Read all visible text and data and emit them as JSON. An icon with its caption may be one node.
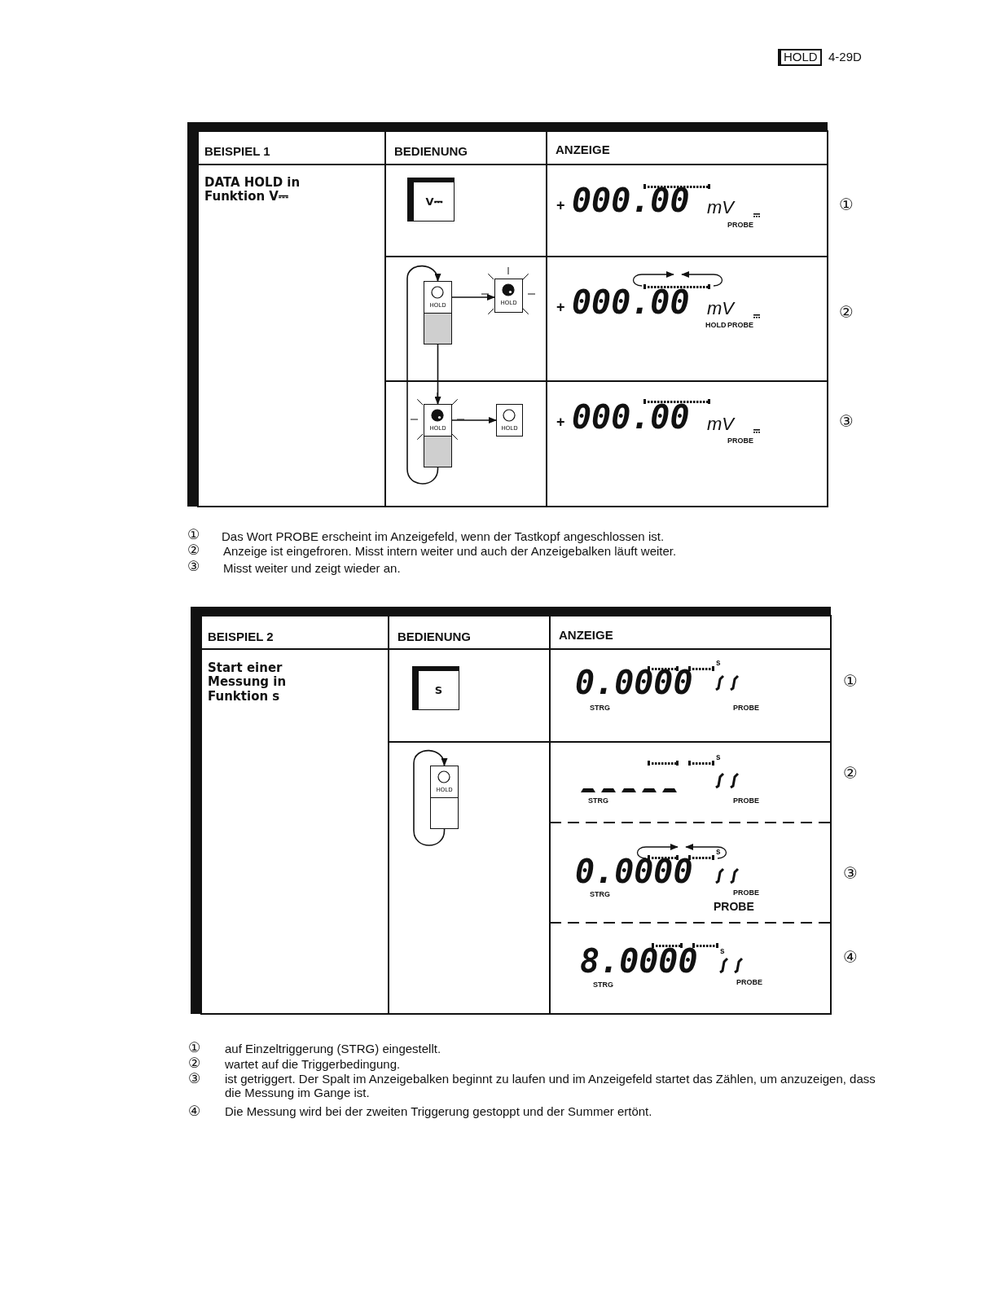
{
  "diagram": {
    "nodes": [
      {
        "text": [
          "V⎓"
        ]
      },
      {
        "text": [
          "HOLD"
        ]
      },
      {
        "text": [
          "HOLD"
        ]
      },
      {
        "text": [
          "HOLD"
        ]
      },
      {
        "text": [
          "HOLD"
        ]
      },
      {
        "text": [
          "S"
        ]
      },
      {
        "text": [
          "HOLD"
        ]
      }
    ],
    "edges": [
      {
        "from": 1,
        "to": 2,
        "arrow": "to"
      },
      {
        "from": 1,
        "to": 3,
        "arrow": "to"
      },
      {
        "from": 3,
        "to": 1,
        "arrow": "to"
      },
      {
        "from": 3,
        "to": 4,
        "arrow": "to"
      },
      {
        "from": 6,
        "to": 6,
        "arrow": "to"
      }
    ],
    "labels": [
      "HOLD",
      "4-29D",
      "BEISPIEL 1",
      "BEDIENUNG",
      "ANZEIGE",
      "DATA HOLD in Funktion V⎓",
      "+",
      "000.00",
      "mV",
      "PROBE",
      "①",
      "+",
      "000.00",
      "mV",
      "HOLD",
      "PROBE",
      "②",
      "+",
      "000.00",
      "mV",
      "PROBE",
      "③",
      "①",
      "Das Wort PROBE erscheint im Anzeigefeld, wenn der Tastkopf angeschlossen ist.",
      "②",
      "Anzeige ist eingefroren. Misst intern weiter und auch der Anzeigebalken läuft weiter.",
      "③",
      "Misst weiter und zeigt wieder an.",
      "BEISPIEL 2",
      "BEDIENUNG",
      "ANZEIGE",
      "Start einer Messung in Funktion s",
      "s",
      "0.0000",
      "STRG",
      "PROBE",
      "①",
      "s",
      "STRG",
      "PROBE",
      "②",
      "s",
      "0.0000",
      "STRG",
      "PROBE",
      "PROBE",
      "③",
      "s",
      "8.0000",
      "STRG",
      "PROBE",
      "④",
      "①",
      "auf Einzeltriggerung (STRG) eingestellt.",
      "②",
      "wartet auf die Triggerbedingung.",
      "③",
      "ist getriggert. Der Spalt im Anzeigebalken beginnt zu laufen und im Anzeigefeld startet das Zählen, um anzuzeigen, dass die Messung im Gange ist.",
      "④",
      "Die Messung wird bei der zweiten Triggerung gestoppt und der Summer ertönt."
    ]
  }
}
